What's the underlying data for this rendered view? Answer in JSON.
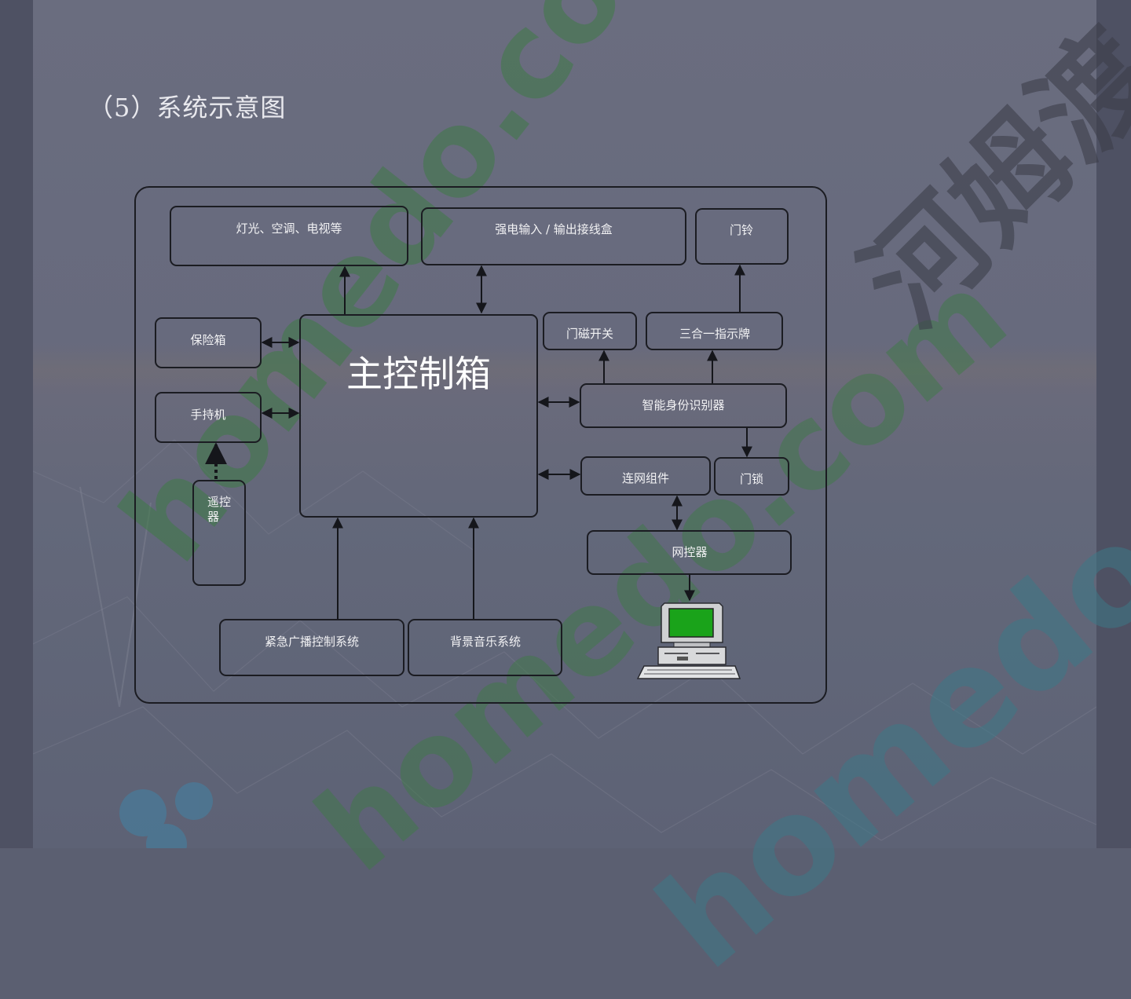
{
  "slide": {
    "title": "（5）系统示意图"
  },
  "diagram": {
    "main": {
      "label": "主控制箱"
    },
    "nodes": {
      "lights": "灯光、空调、电视等",
      "power_box": "强电输入 / 输出接线盒",
      "doorbell": "门铃",
      "safe": "保险箱",
      "handheld": "手持机",
      "remote": [
        "遥控",
        "器"
      ],
      "door_sensor": "门磁开关",
      "indicator": "三合一指示牌",
      "id_reader": "智能身份识别器",
      "network_module": "连网组件",
      "door_lock": "门锁",
      "net_controller": "网控器",
      "emergency_broadcast": "紧急广播控制系统",
      "bg_music": "背景音乐系统"
    }
  },
  "watermarks": [
    {
      "text": "homedo.com"
    },
    {
      "text": "homedo.com"
    },
    {
      "text": "homedo.com"
    },
    {
      "text": "河姆渡"
    }
  ],
  "colors": {
    "box_stroke": "#1b1c22",
    "box_fill": "#6a6d7f",
    "arrow": "#15161b",
    "watermark_green": "#4f6a55",
    "watermark_teal": "#3f7a8a",
    "watermark_dark": "#454856",
    "monitor_screen": "#1aa31a"
  }
}
